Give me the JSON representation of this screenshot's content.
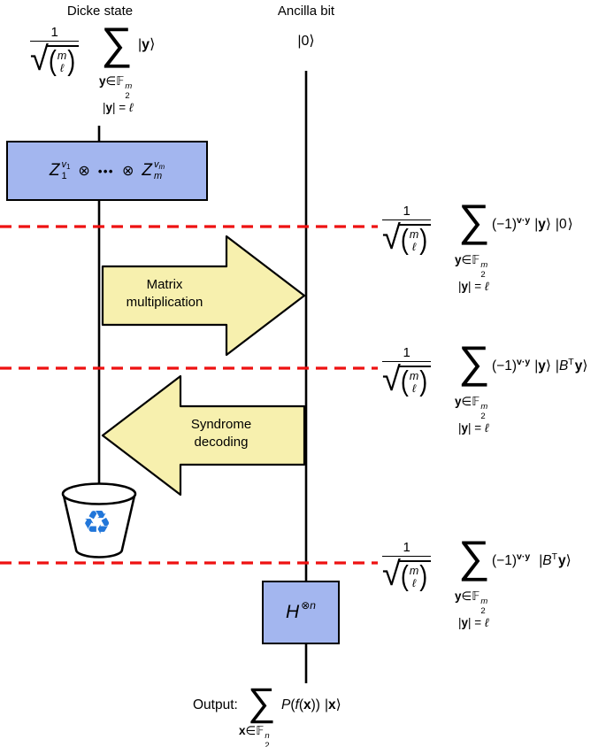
{
  "colors": {
    "gate_fill": "#a3b6ef",
    "gate_border": "#000000",
    "arrow_fill": "#f7f0ae",
    "arrow_border": "#000000",
    "barrier": "#ee1111",
    "recycle": "#2176d9",
    "wire": "#000000"
  },
  "headers": {
    "dicke": "Dicke state",
    "ancilla": "Ancilla bit"
  },
  "sym": {
    "sum": "∑",
    "sqrt": "√",
    "lp": "(",
    "rp": ")",
    "otimes": "⊗",
    "dots": "•••",
    "recycle": "♻"
  },
  "dicke_initial": {
    "num": "1",
    "bt": "m",
    "bb": "ℓ",
    "k_l": "|",
    "k_v": "y",
    "k_r": "⟩",
    "c_v": "y",
    "c_in": "∈",
    "c_f": "𝔽",
    "c_sub": "2",
    "c_sup": "m",
    "w_l": "|",
    "w_v": "y",
    "w_r": "| = ",
    "w_val": "ℓ"
  },
  "ancilla_initial": "|0⟩",
  "z_gate": {
    "z1": "Z",
    "z1_sv": "v",
    "z1_si": "1",
    "z1_sub": "1",
    "zm": "Z",
    "zm_sv": "v",
    "zm_si": "m",
    "zm_sub": "m"
  },
  "arrows": {
    "matrix_l1": "Matrix",
    "matrix_l2": "multiplication",
    "syndrome_l1": "Syndrome",
    "syndrome_l2": "decoding"
  },
  "h_gate": {
    "h": "H",
    "s_ot": "⊗",
    "s_n": "n"
  },
  "annotations": [
    {
      "num": "1",
      "bt": "m",
      "bb": "ℓ",
      "coef": "(−1)",
      "exp": "v·y",
      "k1_l": "|",
      "k1_v": "y",
      "k1_r": "⟩",
      "k2_l": "|",
      "k2_d": "0",
      "k2_b": "",
      "k2_sup": "",
      "k2_v": "",
      "k2_r": "⟩",
      "c_v": "y",
      "c_in": "∈",
      "c_f": "𝔽",
      "c_sub": "2",
      "c_sup": "m",
      "w_l": "|",
      "w_v": "y",
      "w_r": "| = ",
      "w_val": "ℓ"
    },
    {
      "num": "1",
      "bt": "m",
      "bb": "ℓ",
      "coef": "(−1)",
      "exp": "v·y",
      "k1_l": "|",
      "k1_v": "y",
      "k1_r": "⟩",
      "k2_l": "|",
      "k2_d": "",
      "k2_b": "B",
      "k2_sup": "T",
      "k2_v": "y",
      "k2_r": "⟩",
      "c_v": "y",
      "c_in": "∈",
      "c_f": "𝔽",
      "c_sub": "2",
      "c_sup": "m",
      "w_l": "|",
      "w_v": "y",
      "w_r": "| = ",
      "w_val": "ℓ"
    },
    {
      "num": "1",
      "bt": "m",
      "bb": "ℓ",
      "coef": "(−1)",
      "exp": "v·y",
      "k1_l": "",
      "k1_v": "",
      "k1_r": "",
      "k2_l": "|",
      "k2_d": "",
      "k2_b": "B",
      "k2_sup": "T",
      "k2_v": "y",
      "k2_r": "⟩",
      "c_v": "y",
      "c_in": "∈",
      "c_f": "𝔽",
      "c_sub": "2",
      "c_sup": "m",
      "w_l": "|",
      "w_v": "y",
      "w_r": "| = ",
      "w_val": "ℓ"
    }
  ],
  "output": {
    "prefix": "Output:",
    "p": "P",
    "o1": "(",
    "f": "f",
    "o2": "(",
    "x1": "x",
    "c2": "))",
    "k_l": "|",
    "k_v": "x",
    "k_r": "⟩",
    "c_v": "x",
    "c_in": "∈",
    "c_f": "𝔽",
    "c_sub": "2",
    "c_sup": "n"
  }
}
